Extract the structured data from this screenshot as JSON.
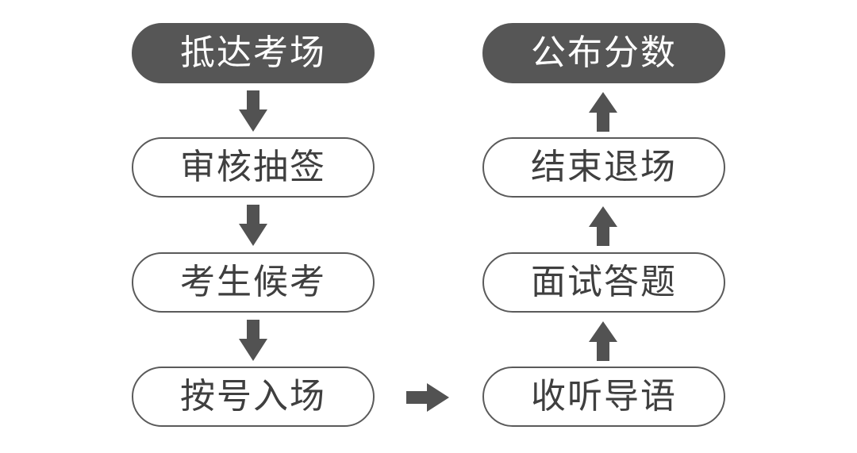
{
  "left_column": {
    "steps": [
      {
        "label": "抵达考场",
        "style": "filled"
      },
      {
        "label": "审核抽签",
        "style": "outline"
      },
      {
        "label": "考生候考",
        "style": "outline"
      },
      {
        "label": "按号入场",
        "style": "outline"
      }
    ]
  },
  "right_column": {
    "steps": [
      {
        "label": "公布分数",
        "style": "filled"
      },
      {
        "label": "结束退场",
        "style": "outline"
      },
      {
        "label": "面试答题",
        "style": "outline"
      },
      {
        "label": "收听导语",
        "style": "outline"
      }
    ]
  },
  "colors": {
    "filled_bg": "#565656",
    "outline_border": "#5a5a5a",
    "text_dark": "#3f3f3f",
    "arrow": "#525252"
  }
}
